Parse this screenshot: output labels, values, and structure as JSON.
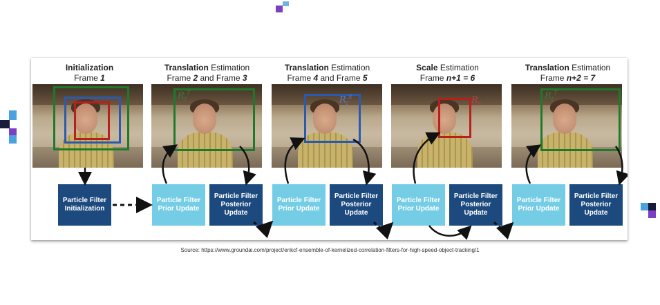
{
  "stages": [
    {
      "title_bold": "Initialization",
      "title_rest": "",
      "frame_pre": "Frame ",
      "frame_num": "1",
      "frame_mid": "",
      "frame_num2": "",
      "box_label": ""
    },
    {
      "title_bold": "Translation",
      "title_rest": " Estimation",
      "frame_pre": "Frame ",
      "frame_num": "2",
      "frame_mid": " and Frame ",
      "frame_num2": "3",
      "box_label": "R_t^T"
    },
    {
      "title_bold": "Translation",
      "title_rest": " Estimation",
      "frame_pre": "Frame ",
      "frame_num": "4",
      "frame_mid": " and Frame ",
      "frame_num2": "5",
      "box_label": "R_t^S"
    },
    {
      "title_bold": "Scale",
      "title_rest": " Estimation",
      "frame_pre": "Frame ",
      "frame_num": "n+1 = 6",
      "frame_mid": "",
      "frame_num2": "",
      "box_label": "R_s"
    },
    {
      "title_bold": "Translation",
      "title_rest": " Estimation",
      "frame_pre": "Frame ",
      "frame_num": "n+2 = 7",
      "frame_mid": "",
      "frame_num2": "",
      "box_label": "R_t^T"
    }
  ],
  "nodes": [
    {
      "line1": "Particle Filter",
      "line2": "Initialization",
      "line3": ""
    },
    {
      "line1": "Particle Filter",
      "line2": "Prior Update",
      "line3": ""
    },
    {
      "line1": "Particle Filter",
      "line2": "Posterior",
      "line3": "Update"
    },
    {
      "line1": "Particle Filter",
      "line2": "Prior Update",
      "line3": ""
    },
    {
      "line1": "Particle Filter",
      "line2": "Posterior",
      "line3": "Update"
    },
    {
      "line1": "Particle Filter",
      "line2": "Prior Update",
      "line3": ""
    },
    {
      "line1": "Particle Filter",
      "line2": "Posterior",
      "line3": "Update"
    },
    {
      "line1": "Particle Filter",
      "line2": "Prior Update",
      "line3": ""
    },
    {
      "line1": "Particle Filter",
      "line2": "Posterior",
      "line3": "Update"
    }
  ],
  "source": "Source: https://www.groundai.com/project/enkcf-ensemble-of-kernelized-correlation-filters-for-high-speed-object-tracking/1",
  "colors": {
    "dark_node": "#1d4a7e",
    "light_node": "#74cde4",
    "green_box": "#1e7a2a",
    "blue_box": "#2a5ab0",
    "red_box": "#b8201c"
  }
}
